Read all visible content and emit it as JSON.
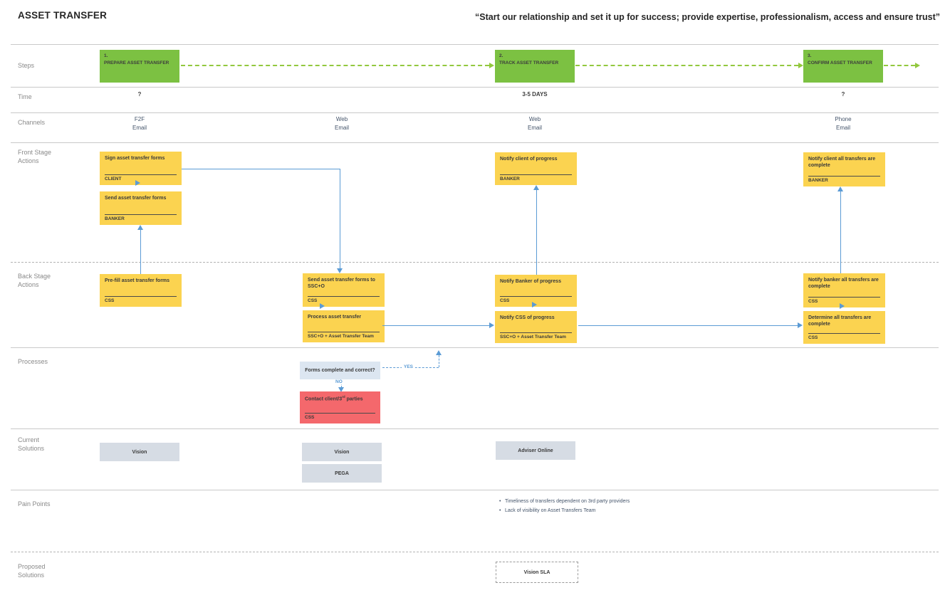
{
  "colors": {
    "step_green": "#7CC142",
    "arrow_green": "#92C83E",
    "note_yellow": "#FBD350",
    "alert_red": "#F4686C",
    "process_blue": "#DCE6F1",
    "solution_gray": "#D6DCE4",
    "connector_blue": "#5B9BD5"
  },
  "header": {
    "title": "ASSET TRANSFER",
    "quote": "“Start our relationship and set it up for success; provide expertise, professionalism, access and ensure trust”"
  },
  "row_labels": {
    "steps": "Steps",
    "time": "Time",
    "channels": "Channels",
    "front_stage": "Front Stage Actions",
    "back_stage": "Back Stage Actions",
    "processes": "Processes",
    "current_solutions": "Current Solutions",
    "pain_points": "Pain Points",
    "proposed_solutions": "Proposed Solutions"
  },
  "steps": [
    {
      "num": "1.",
      "label": "PREPARE ASSET TRANSFER"
    },
    {
      "num": "2.",
      "label": "TRACK ASSET TRANSFER"
    },
    {
      "num": "3.",
      "label": "CONFIRM ASSET TRANSFER"
    }
  ],
  "time": {
    "col1": "?",
    "col3": "3-5 DAYS",
    "col4": "?"
  },
  "channels": {
    "col1": "F2F\nEmail",
    "col2": "Web\nEmail",
    "col3": "Web\nEmail",
    "col4": "Phone\nEmail"
  },
  "front_stage": {
    "sign_forms": {
      "title": "Sign asset transfer forms",
      "role": "CLIENT"
    },
    "send_forms": {
      "title": "Send asset transfer forms",
      "role": "BANKER"
    },
    "notify_progress": {
      "title": "Notify client of progress",
      "role": "BANKER"
    },
    "notify_complete": {
      "title": "Notify client all transfers are complete",
      "role": "BANKER"
    }
  },
  "back_stage": {
    "prefill": {
      "title": "Pre-fill asset transfer forms",
      "role": "CSS"
    },
    "send_ssco": {
      "title": "Send asset transfer forms to SSC+O",
      "role": "CSS"
    },
    "process_transfer": {
      "title": "Process asset transfer",
      "role": "SSC+O + Asset Transfer Team"
    },
    "notify_banker": {
      "title": "Notify Banker of progress",
      "role": "CSS"
    },
    "notify_css": {
      "title": "Notify CSS of progress",
      "role": "SSC+O + Asset Transfer Team"
    },
    "notify_banker_complete": {
      "title": "Notify banker all transfers are complete",
      "role": "CSS"
    },
    "determine_complete": {
      "title": "Determine all transfers are complete",
      "role": "CSS"
    }
  },
  "processes": {
    "decision": "Forms complete and correct?",
    "yes_label": "YES",
    "no_label": "NO",
    "no_box": {
      "title_parts": [
        "Contact client/3",
        "rd",
        " parties"
      ],
      "role": "CSS"
    }
  },
  "current_solutions": {
    "col1": "Vision",
    "col2_a": "Vision",
    "col2_b": "PEGA",
    "col3": "Adviser Online"
  },
  "pain_points": [
    "Timeliness of transfers dependent on 3rd party providers",
    "Lack of visibility on Asset Transfers Team"
  ],
  "proposed_solutions": {
    "col3": "Vision SLA"
  }
}
